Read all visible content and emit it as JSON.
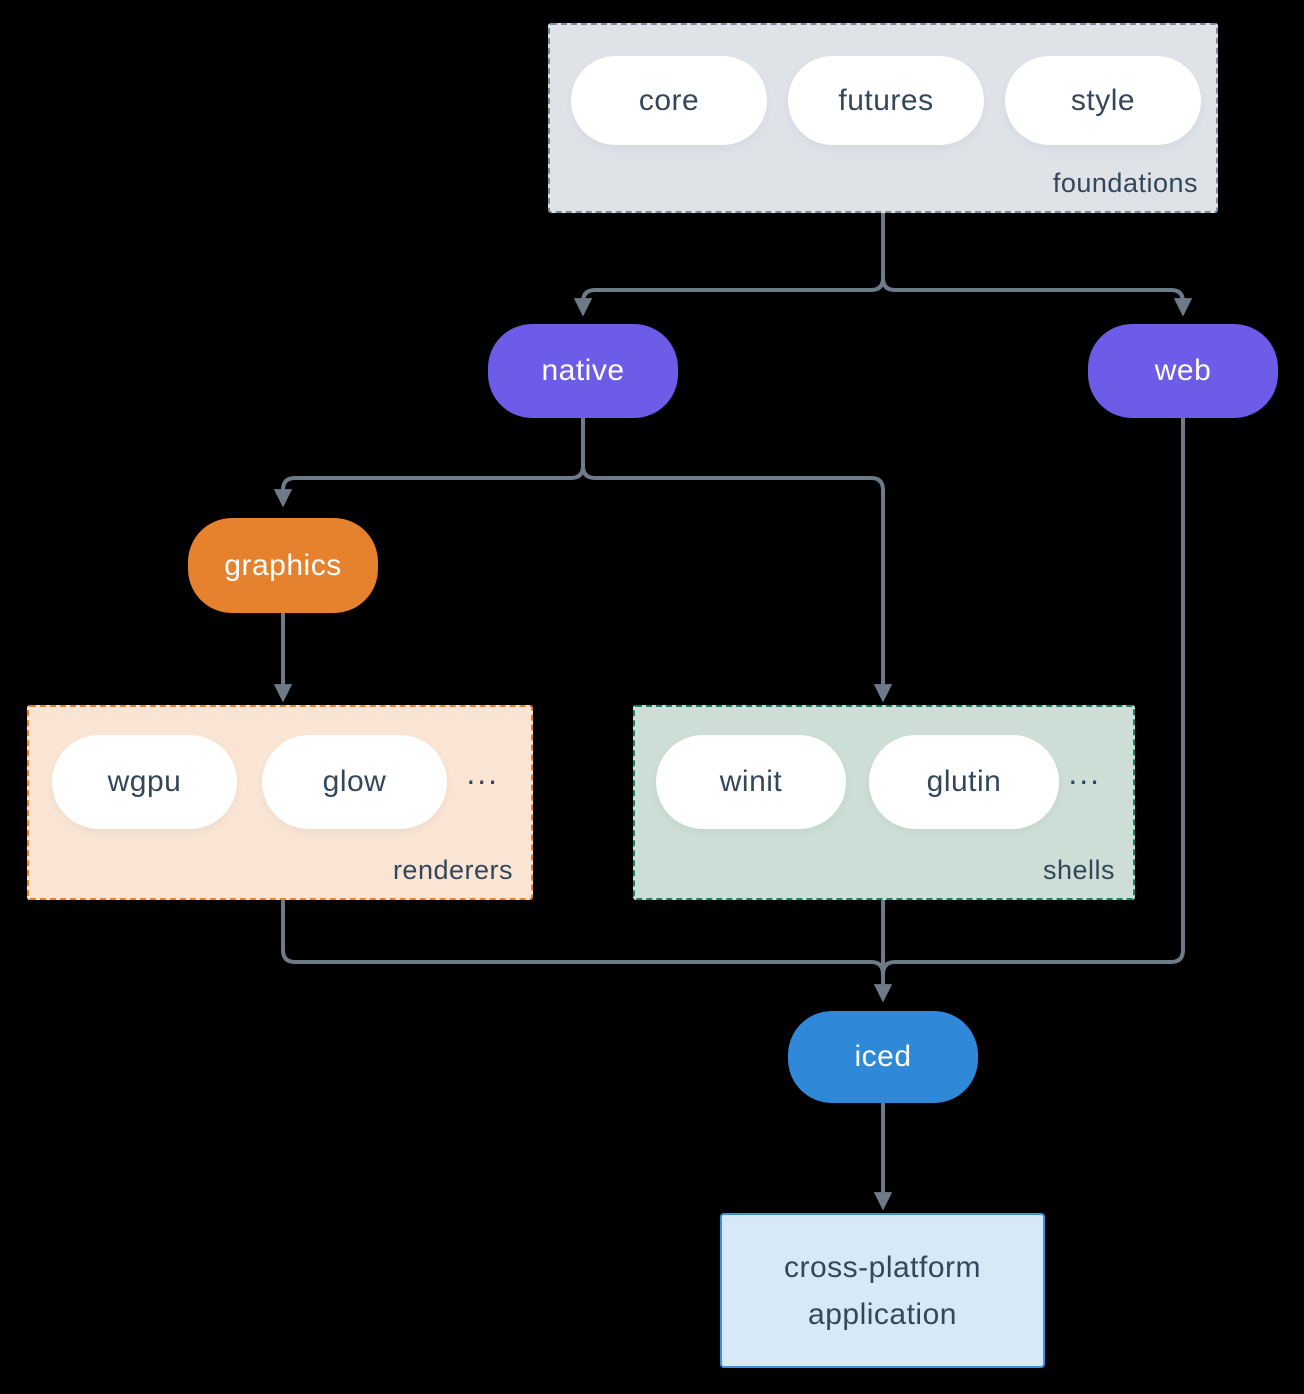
{
  "diagram_title": "iced ecosystem diagram",
  "colors": {
    "background": "#000000",
    "connector": "#6d7b89",
    "foundations_fill": "#dfe3e8",
    "foundations_border": "#7e8fa0",
    "native_web_fill": "#6c5ce7",
    "graphics_fill": "#e6812e",
    "renderers_fill": "#fae5d4",
    "renderers_border": "#e8802c",
    "shells_fill": "#cdded6",
    "shells_border": "#1b7e6b",
    "iced_fill": "#2f88d8",
    "application_fill": "#d7e8f8",
    "application_border": "#3e90dc",
    "pill_fill": "#ffffff",
    "text_dark": "#34475a",
    "text_light": "#ffffff"
  },
  "groups": {
    "foundations": {
      "label": "foundations",
      "items": [
        "core",
        "futures",
        "style"
      ]
    },
    "renderers": {
      "label": "renderers",
      "items": [
        "wgpu",
        "glow"
      ],
      "ellipsis": "..."
    },
    "shells": {
      "label": "shells",
      "items": [
        "winit",
        "glutin"
      ],
      "ellipsis": "..."
    }
  },
  "nodes": {
    "native": {
      "label": "native"
    },
    "web": {
      "label": "web"
    },
    "graphics": {
      "label": "graphics"
    },
    "iced": {
      "label": "iced"
    },
    "application": {
      "line1": "cross-platform",
      "line2": "application"
    }
  },
  "edges": [
    {
      "from": "foundations",
      "to": "native"
    },
    {
      "from": "foundations",
      "to": "web"
    },
    {
      "from": "native",
      "to": "graphics"
    },
    {
      "from": "native",
      "to": "shells"
    },
    {
      "from": "graphics",
      "to": "renderers"
    },
    {
      "from": "renderers",
      "to": "iced"
    },
    {
      "from": "shells",
      "to": "iced"
    },
    {
      "from": "web",
      "to": "iced"
    },
    {
      "from": "iced",
      "to": "application"
    }
  ]
}
